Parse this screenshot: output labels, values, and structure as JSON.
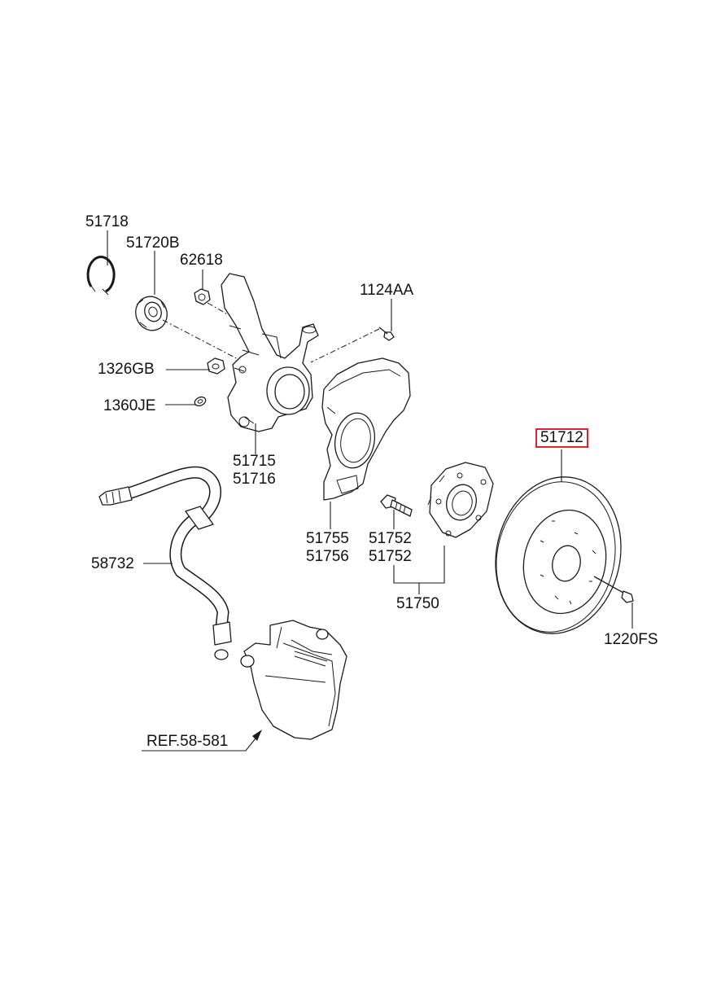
{
  "labels": {
    "p51718": "51718",
    "p51720b": "51720B",
    "p62618": "62618",
    "p1124aa": "1124AA",
    "p1326gb": "1326GB",
    "p1360je": "1360JE",
    "p51715": "51715",
    "p51716": "51716",
    "p51712": "51712",
    "p58732": "58732",
    "p51755": "51755",
    "p51756": "51756",
    "p51752a": "51752",
    "p51752b": "51752",
    "p51750": "51750",
    "p1220fs": "1220FS",
    "ref": "REF.58-581"
  },
  "highlight": {
    "part": "51712",
    "color": "#d9262b"
  }
}
